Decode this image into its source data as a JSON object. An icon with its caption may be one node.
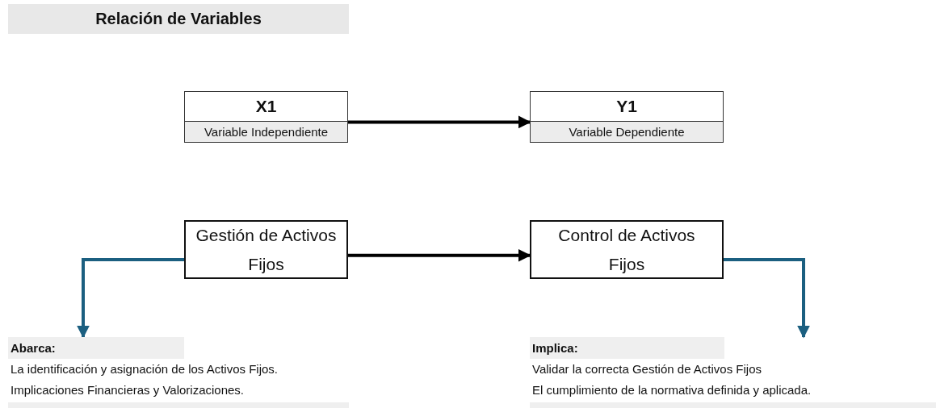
{
  "diagram": {
    "title": "Relación de Variables",
    "nodes": [
      {
        "text": [
          "X1",
          "Variable Independiente"
        ]
      },
      {
        "text": [
          "Y1",
          "Variable Dependiente"
        ]
      },
      {
        "text": [
          "Gestión de Activos Fijos"
        ]
      },
      {
        "text": [
          "Control de Activos Fijos"
        ]
      },
      {
        "text": [
          "Abarca:",
          "La identificación y asignación de los Activos Fijos.",
          "Implicaciones Financieras y Valorizaciones."
        ]
      },
      {
        "text": [
          "Implica:",
          "Validar la correcta Gestión de Activos Fijos",
          "El cumplimiento de la normativa definida y aplicada."
        ]
      }
    ],
    "edges": [
      {
        "from": 0,
        "to": 1,
        "arrow": "to"
      },
      {
        "from": 2,
        "to": 3,
        "arrow": "to"
      },
      {
        "from": 2,
        "to": 4,
        "arrow": "to",
        "color": "#1b5f80"
      },
      {
        "from": 3,
        "to": 5,
        "arrow": "to",
        "color": "#1b5f80"
      }
    ]
  }
}
